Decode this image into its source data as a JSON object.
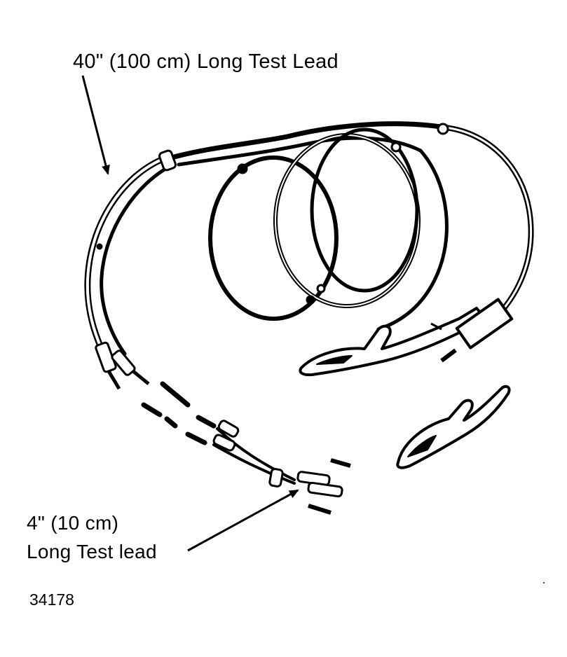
{
  "labels": {
    "long_lead": "40\" (100 cm) Long Test Lead",
    "short_lead_line1": "4\" (10 cm)",
    "short_lead_line2": "Long Test lead",
    "figure_number": "34178"
  },
  "colors": {
    "ink": "#000000",
    "paper": "#ffffff"
  }
}
